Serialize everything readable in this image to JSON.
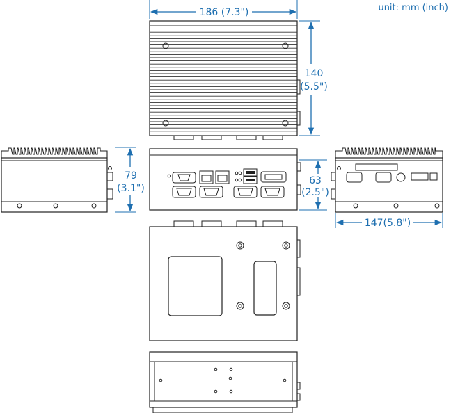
{
  "unit_label": "unit: mm (inch)",
  "dimensions": {
    "top_width": "186 (7.3\")",
    "top_height_mm": "140",
    "top_height_in": "(5.5\")",
    "side_height_mm": "79",
    "side_height_in": "(3.1\")",
    "front_height_mm": "63",
    "front_height_in": "(2.5\")",
    "right_depth": "147(5.8\")"
  },
  "colors": {
    "dimension": "#1e6fb0",
    "line": "#222222"
  }
}
